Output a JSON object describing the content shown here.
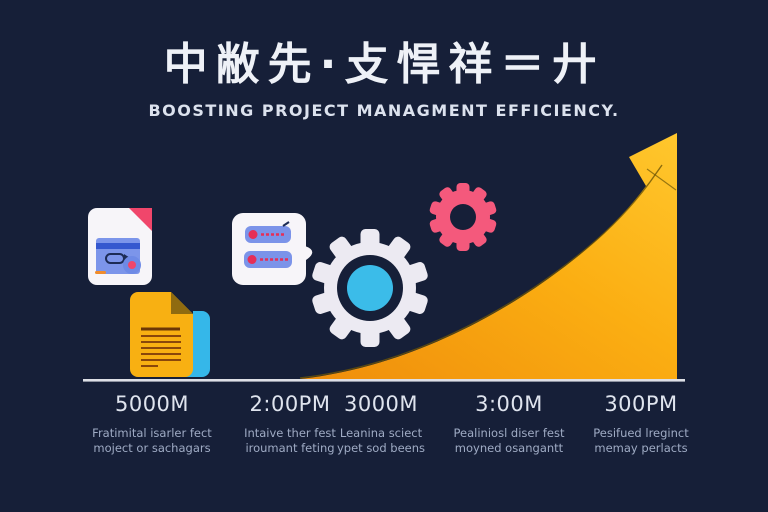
{
  "header": {
    "title_cjk": "中敝先·攴悍祥＝廾",
    "subtitle": "BOOSTING PROJECT MANAGMENT EFFICIENCY."
  },
  "colors": {
    "background": "#161f38",
    "title_text": "#eef1f7",
    "subtitle_text": "#dce2ee",
    "curve_orange": "#ef8d0b",
    "curve_yellow": "#ffc72d",
    "curve_outline": "#6b5406",
    "axis_line": "#e8eaef",
    "gear_white": "#eceaf2",
    "gear_pink": "#f4597c",
    "accent_cyan": "#3bbce9",
    "accent_blue": "#7b93e9",
    "accent_red": "#e62e57",
    "doc_yellow": "#f8b012",
    "doc_fold_pink": "#f0466b",
    "doc_fold_olive": "#8f6b10",
    "timeline_label": "#dfe4ee",
    "timeline_caption": "#9fabc4"
  },
  "icons": [
    {
      "name": "document-icon"
    },
    {
      "name": "documents-icon"
    },
    {
      "name": "checklist-icon"
    },
    {
      "name": "gear-large-icon"
    },
    {
      "name": "gear-pink-icon"
    },
    {
      "name": "growth-arrow-icon"
    }
  ],
  "chart_data": {
    "type": "area",
    "categories": [
      "5000M",
      "2:00PM",
      "3000M",
      "3:00M",
      "300PM"
    ],
    "values": [
      0,
      2,
      15,
      37,
      75
    ],
    "title": "BOOSTING PROJECT MANAGMENT EFFICIENCY.",
    "xlabel": "",
    "ylabel": "",
    "ylim": [
      0,
      100
    ],
    "grid": false,
    "legend": false,
    "notes": "Decorative exponential growth area curve ending in an upward arrow; no numeric y-axis shown, values are relative estimates of curve height above the baseline."
  },
  "timeline": {
    "items": [
      {
        "time": "5000M",
        "caption1": "Fratimital isarler fect",
        "caption2": "moject or sachagars"
      },
      {
        "time": "2:00PM",
        "caption1": "Intaive ther fest",
        "caption2": "iroumant feting"
      },
      {
        "time": "3000M",
        "caption1": "Leanina sciect",
        "caption2": "ypet sod beens"
      },
      {
        "time": "3:00M",
        "caption1": "Pealiniosl diser fest",
        "caption2": "moyned osangantt"
      },
      {
        "time": "300PM",
        "caption1": "Pesifued lreginct",
        "caption2": "memay perlacts"
      }
    ]
  }
}
